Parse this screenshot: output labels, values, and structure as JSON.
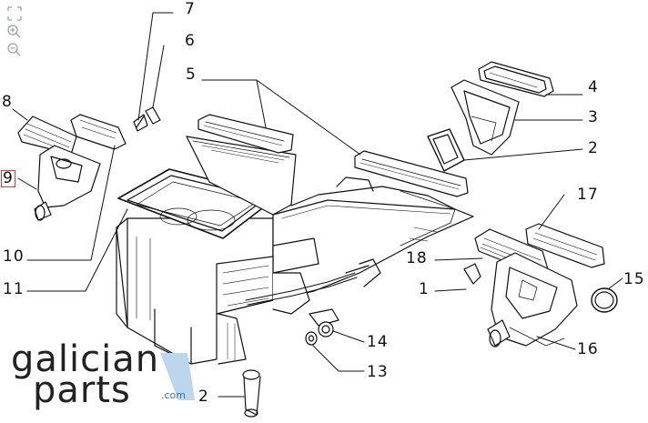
{
  "toolbar": {
    "fit_icon": "fit-screen-icon",
    "zoom_in_icon": "zoom-in-icon",
    "zoom_out_icon": "zoom-out-icon"
  },
  "callouts": {
    "c1": "1",
    "c2a": "2",
    "c2b": "2",
    "c3": "3",
    "c4": "4",
    "c5": "5",
    "c6": "6",
    "c7": "7",
    "c8": "8",
    "c9": "9",
    "c10": "10",
    "c11": "11",
    "c13": "13",
    "c14": "14",
    "c15": "15",
    "c16": "16",
    "c17": "17",
    "c18": "18"
  },
  "logo": {
    "line1": "galician",
    "line2": "parts",
    "suffix": ".com",
    "accent_color": "#bcd6ee"
  },
  "colors": {
    "highlight": "#d23c3c",
    "line": "#111111"
  }
}
